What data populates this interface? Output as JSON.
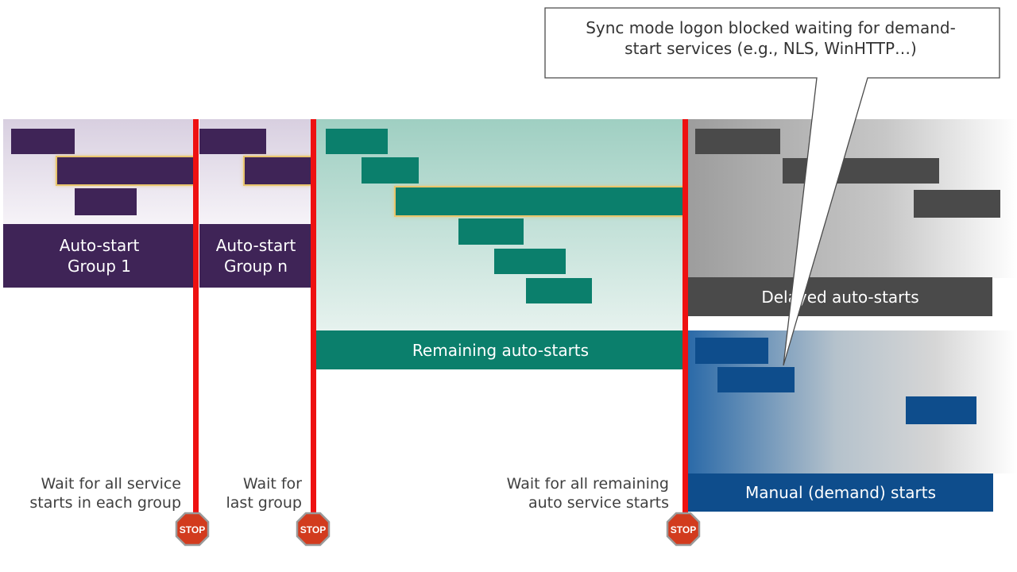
{
  "callout": {
    "text_line1": "Sync mode logon blocked waiting for demand-",
    "text_line2": "start services (e.g., NLS, WinHTTP…)"
  },
  "panels": {
    "group1": {
      "line1": "Auto-start",
      "line2": "Group 1"
    },
    "groupn": {
      "line1": "Auto-start",
      "line2": "Group n"
    },
    "remaining": {
      "label": "Remaining auto-starts"
    },
    "delayed": {
      "label": "Delayed auto-starts"
    },
    "manual": {
      "label": "Manual (demand) starts"
    }
  },
  "notes": {
    "wait_each_line1": "Wait for all service",
    "wait_each_line2": "starts in each group",
    "wait_last_line1": "Wait for",
    "wait_last_line2": "last group",
    "wait_remaining_line1": "Wait for all remaining",
    "wait_remaining_line2": "auto service starts"
  },
  "stop_sign": {
    "label": "STOP"
  },
  "colors": {
    "purple": "#3f2457",
    "teal": "#0b7f6c",
    "grey": "#4a4a4a",
    "blue": "#0e4d8c",
    "red_line": "#ee1111",
    "glow": "#e8c56d"
  }
}
